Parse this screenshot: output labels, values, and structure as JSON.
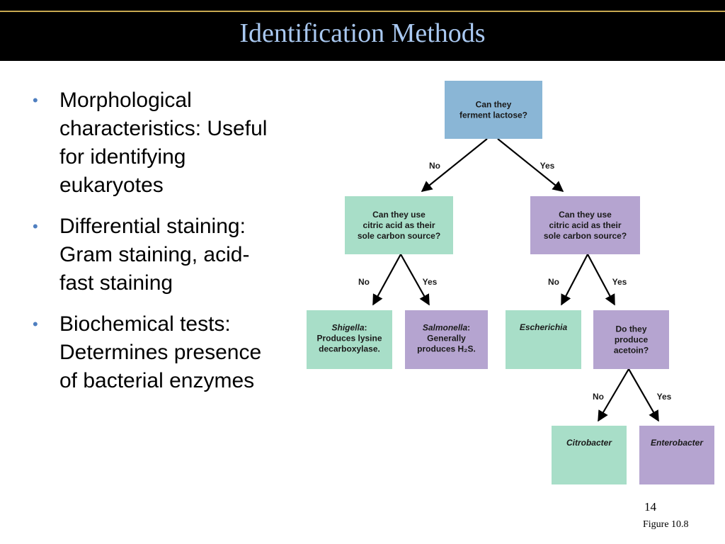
{
  "slide": {
    "title": "Identification Methods",
    "page_number": "14",
    "figure_ref": "Figure 10.8"
  },
  "bullets": [
    {
      "text": "Morphological characteristics: Useful for identifying eukaryotes"
    },
    {
      "text": "Differential staining: Gram staining, acid-fast staining"
    },
    {
      "text": "Biochemical tests: Determines presence of bacterial enzymes"
    }
  ],
  "diagram": {
    "colors": {
      "question": "#8ab6d6",
      "purple": "#b5a4d0",
      "green": "#a8dec8",
      "arrow": "#000000"
    },
    "nodes": {
      "root": {
        "lines": [
          "Can they",
          "ferment lactose?"
        ]
      },
      "left_question": {
        "lines": [
          "Can they use",
          "citric acid as their",
          "sole carbon source?"
        ]
      },
      "right_question": {
        "lines": [
          "Can they use",
          "citric acid as their",
          "sole carbon source?"
        ]
      },
      "shigella": {
        "name": "Shigella",
        "lines": [
          "Produces lysine",
          "decarboxylase."
        ]
      },
      "salmonella": {
        "name": "Salmonella",
        "lines": [
          "Generally",
          "produces H₂S."
        ]
      },
      "escherichia": {
        "name": "Escherichia",
        "lines": []
      },
      "acetoin": {
        "lines": [
          "Do they",
          "produce",
          "acetoin?"
        ]
      },
      "citrobacter": {
        "name": "Citrobacter",
        "lines": []
      },
      "enterobacter": {
        "name": "Enterobacter",
        "lines": []
      }
    },
    "edge_labels": {
      "no": "No",
      "yes": "Yes"
    }
  }
}
